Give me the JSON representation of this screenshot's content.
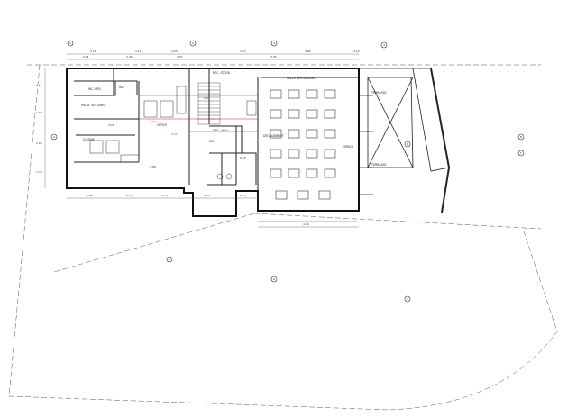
{
  "rooms": {
    "wc_right_top": "WC",
    "small_box": "WC.",
    "wc_label": "WC. PER.",
    "vestiaire": "PROD. VESTIAIRE",
    "cuisine": "CUISINE",
    "office": "OFFICE",
    "salle_restaurant": "SALLE RESTAURANT",
    "rec_stock": "REC. STOCK",
    "hall": "SAS - HALL",
    "deg": "DEGAGEMENT",
    "terrasse": "TERRASSE",
    "terrasse2": "TERRASSE",
    "ext": "ESPACE"
  },
  "dims": {
    "top": [
      "3.11",
      "1.11",
      "2.65",
      "3.87",
      "4.65",
      "2.15"
    ],
    "top2": [
      "0.61",
      "2.40",
      "2.07",
      "3.95"
    ],
    "left": [
      "1.55",
      "1.83",
      "2.06",
      "1.78"
    ],
    "bottom": [
      "3.46",
      "0.71",
      "1.71",
      "0.13",
      "2.71"
    ],
    "bottom_salle": "4.79",
    "inner": [
      "4.43",
      "3.27",
      "0.12",
      "4.25",
      "1.96",
      "0.90"
    ]
  },
  "axes": [
    "1",
    "2",
    "3",
    "4",
    "5",
    "6",
    "7",
    "A",
    "B",
    "C",
    "D"
  ]
}
